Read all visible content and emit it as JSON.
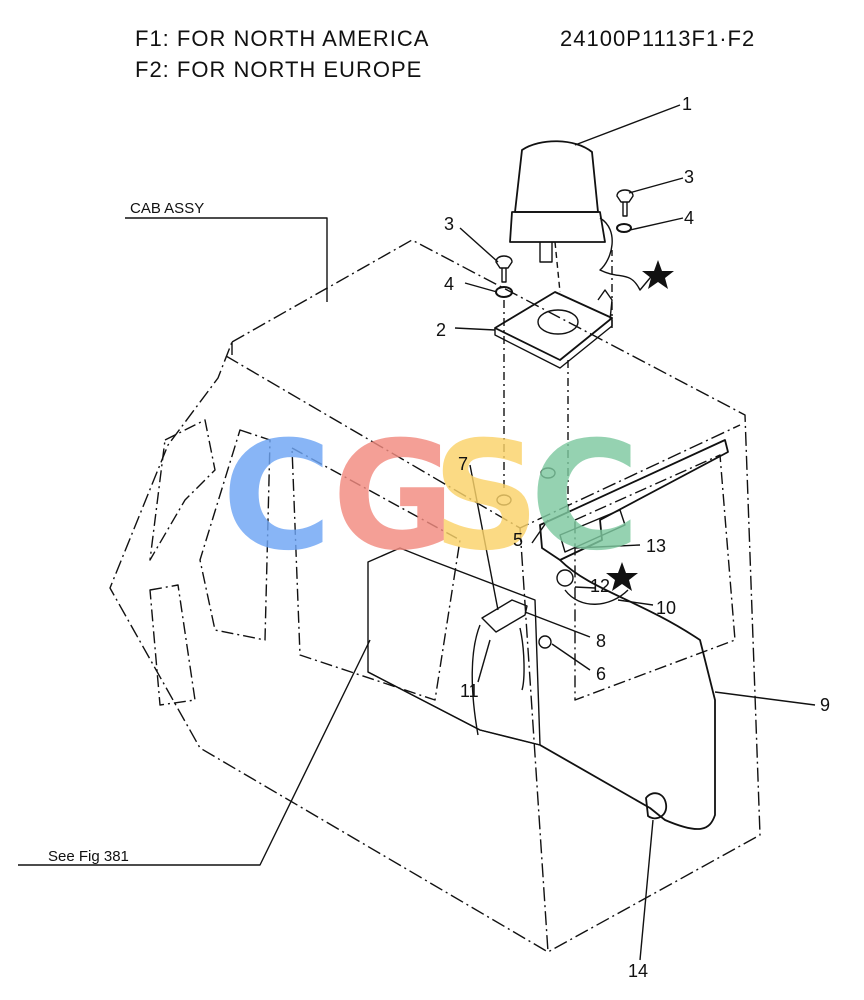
{
  "header": {
    "f1": "F1: FOR NORTH AMERICA",
    "f2": "F2: FOR NORTH EUROPE",
    "part_number": "24100P1113F1·F2"
  },
  "labels": {
    "cab_assy": "CAB ASSY",
    "see_fig": "See Fig 381"
  },
  "callouts": [
    "1",
    "2",
    "3",
    "3",
    "4",
    "4",
    "5",
    "6",
    "7",
    "8",
    "9",
    "10",
    "11",
    "12",
    "13",
    "14"
  ],
  "watermark": {
    "letters": [
      "C",
      "G",
      "S",
      "C"
    ],
    "colors": [
      "#6fa6f5",
      "#f28b80",
      "#fbd36a",
      "#7ec9a0"
    ]
  }
}
